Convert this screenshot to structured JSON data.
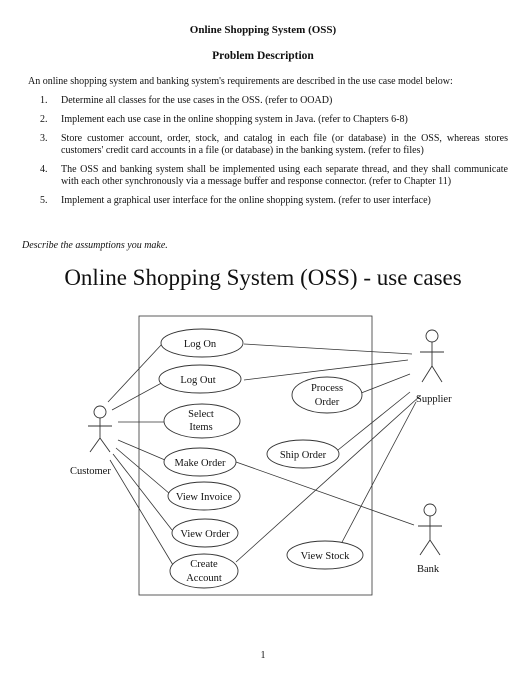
{
  "header": {
    "title": "Online Shopping System (OSS)",
    "subtitle": "Problem Description"
  },
  "intro": "An online shopping system and banking system's requirements are described in the use case model below:",
  "requirements": [
    {
      "num": "1.",
      "text": "Determine all classes for the use cases in the OSS. (refer to OOAD)"
    },
    {
      "num": "2.",
      "text": "Implement each use case in the online shopping system in Java. (refer to Chapters 6-8)"
    },
    {
      "num": "3.",
      "text": "Store customer account, order, stock, and catalog in each file (or database) in the OSS, whereas stores customers' credit card accounts in a file (or database) in the banking system. (refer to files)"
    },
    {
      "num": "4.",
      "text": "The OSS and banking system shall be implemented using each separate thread, and they shall communicate with each other synchronously via a message buffer and response connector. (refer to Chapter 11)"
    },
    {
      "num": "5.",
      "text": "Implement a graphical user interface for the online shopping system. (refer to user interface)"
    }
  ],
  "assumptions": "Describe the assumptions you make.",
  "diagram": {
    "title": "Online Shopping System (OSS)  - use cases",
    "actors": {
      "customer": "Customer",
      "supplier": "Supplier",
      "bank": "Bank"
    },
    "use_cases": {
      "log_on": "Log On",
      "log_out": "Log Out",
      "select_items_1": "Select",
      "select_items_2": "Items",
      "make_order": "Make Order",
      "view_invoice": "View Invoice",
      "view_order": "View Order",
      "create_account_1": "Create",
      "create_account_2": "Account",
      "process_order_1": "Process",
      "process_order_2": "Order",
      "ship_order": "Ship Order",
      "view_stock": "View Stock"
    }
  },
  "footer": {
    "page_number": "1"
  }
}
